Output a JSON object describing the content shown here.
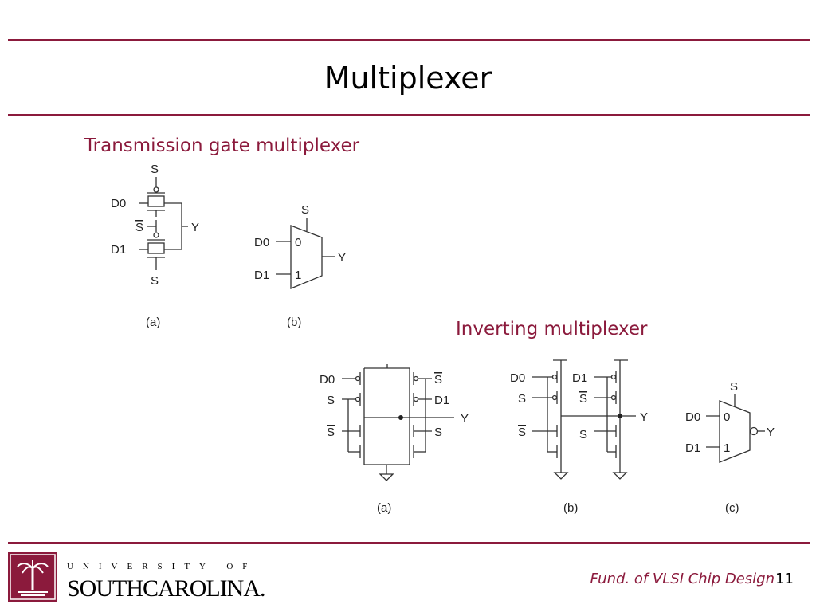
{
  "slide": {
    "title": "Multiplexer",
    "sections": {
      "transmission_gate": "Transmission gate multiplexer",
      "inverting": "Inverting multiplexer"
    },
    "footer": {
      "course": "Fund. of VLSI Chip Design",
      "page": "11"
    },
    "logo": {
      "line1": "UNIVERSITY OF",
      "line2": "SOUTHCAROLINA."
    }
  },
  "figures": {
    "tg_mux": {
      "signals": {
        "s": "S",
        "d0": "D0",
        "d1": "D1",
        "y": "Y"
      },
      "captions": {
        "a": "(a)",
        "b": "(b)"
      },
      "symbol_inputs": {
        "zero": "0",
        "one": "1"
      }
    },
    "inv_mux": {
      "signals": {
        "s": "S",
        "d0": "D0",
        "d1": "D1",
        "y": "Y"
      },
      "captions": {
        "a": "(a)",
        "b": "(b)",
        "c": "(c)"
      },
      "symbol_inputs": {
        "zero": "0",
        "one": "1"
      }
    }
  },
  "colors": {
    "accent": "#8b1a3c"
  }
}
